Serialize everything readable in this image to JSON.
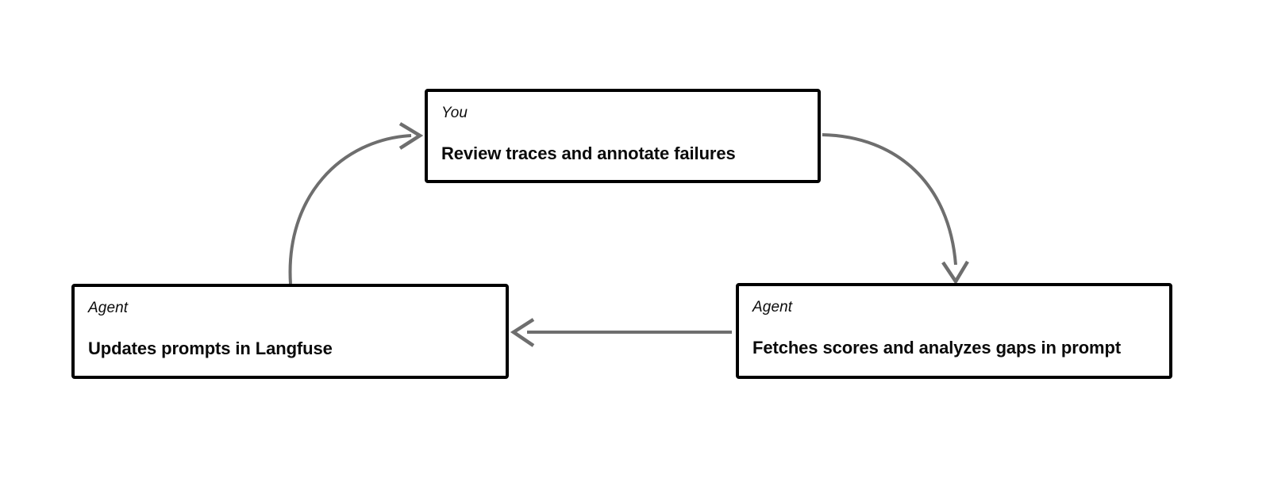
{
  "diagram": {
    "type": "cycle-flow",
    "background_color": "#ffffff",
    "node_border_color": "#000000",
    "edge_color": "#6e6e6e",
    "nodes": [
      {
        "id": "review",
        "role": "You",
        "title": "Review traces and annotate failures"
      },
      {
        "id": "updates",
        "role": "Agent",
        "title": "Updates prompts in Langfuse"
      },
      {
        "id": "fetches",
        "role": "Agent",
        "title": "Fetches scores and analyzes gaps in prompt"
      }
    ],
    "edges": [
      {
        "id": "review-to-fetches",
        "from": "review",
        "to": "fetches",
        "shape": "curved",
        "direction": "down-right"
      },
      {
        "id": "fetches-to-updates",
        "from": "fetches",
        "to": "updates",
        "shape": "straight",
        "direction": "left"
      },
      {
        "id": "updates-to-review",
        "from": "updates",
        "to": "review",
        "shape": "curved",
        "direction": "up-right"
      }
    ]
  }
}
